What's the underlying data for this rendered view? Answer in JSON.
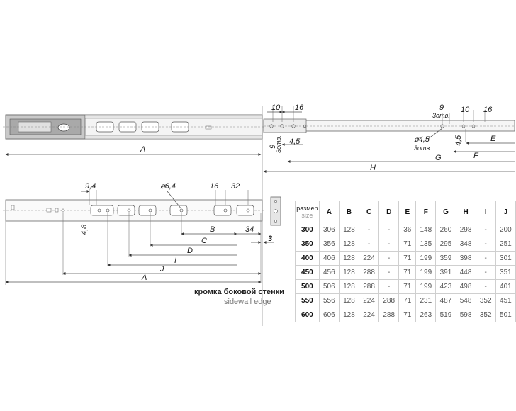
{
  "dimensions": {
    "top_A": "A",
    "top_10": "10",
    "top_16": "16",
    "top_9": "9",
    "top_3otv_a": "3отв.",
    "top_4_5": "4,5",
    "top_H": "H",
    "top_right_9": "9",
    "top_right_3otv": "3отв.",
    "top_right_10": "10",
    "top_right_16": "16",
    "top_d4_5": "⌀4,5",
    "top_d3otv": "3отв.",
    "top_4_5_v": "4,5",
    "top_E": "E",
    "top_F": "F",
    "top_G": "G",
    "bot_9_4": "9,4",
    "bot_d6_4": "⌀6,4",
    "bot_16": "16",
    "bot_32": "32",
    "bot_4_8": "4,8",
    "bot_B": "B",
    "bot_34": "34",
    "bot_C": "C",
    "bot_D": "D",
    "bot_I": "I",
    "bot_J": "J",
    "bot_A": "A",
    "bot_3": "3"
  },
  "captions": {
    "ru": "кромка боковой стенки",
    "en": "sidewall edge"
  },
  "table": {
    "size_label_ru": "размер",
    "size_label_en": "size",
    "headers": [
      "A",
      "B",
      "C",
      "D",
      "E",
      "F",
      "G",
      "H",
      "I",
      "J"
    ],
    "rows": [
      {
        "size": "300",
        "values": [
          "306",
          "128",
          "-",
          "-",
          "36",
          "148",
          "260",
          "298",
          "-",
          "200"
        ]
      },
      {
        "size": "350",
        "values": [
          "356",
          "128",
          "-",
          "-",
          "71",
          "135",
          "295",
          "348",
          "-",
          "251"
        ]
      },
      {
        "size": "400",
        "values": [
          "406",
          "128",
          "224",
          "-",
          "71",
          "199",
          "359",
          "398",
          "-",
          "301"
        ]
      },
      {
        "size": "450",
        "values": [
          "456",
          "128",
          "288",
          "-",
          "71",
          "199",
          "391",
          "448",
          "-",
          "351"
        ]
      },
      {
        "size": "500",
        "values": [
          "506",
          "128",
          "288",
          "-",
          "71",
          "199",
          "423",
          "498",
          "-",
          "401"
        ]
      },
      {
        "size": "550",
        "values": [
          "556",
          "128",
          "224",
          "288",
          "71",
          "231",
          "487",
          "548",
          "352",
          "451"
        ]
      },
      {
        "size": "600",
        "values": [
          "606",
          "128",
          "224",
          "288",
          "71",
          "263",
          "519",
          "598",
          "352",
          "501"
        ]
      }
    ]
  }
}
